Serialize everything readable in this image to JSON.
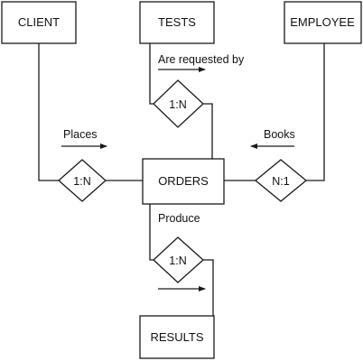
{
  "entities": {
    "client": "CLIENT",
    "tests": "TESTS",
    "employee": "EMPLOYEE",
    "orders": "ORDERS",
    "results": "RESULTS"
  },
  "relationships": {
    "places": {
      "label": "Places",
      "cardinality": "1:N"
    },
    "requested": {
      "label": "Are requested by",
      "cardinality": "1:N"
    },
    "books": {
      "label": "Books",
      "cardinality": "N:1"
    },
    "produce": {
      "label": "Produce",
      "cardinality": "1:N"
    }
  }
}
